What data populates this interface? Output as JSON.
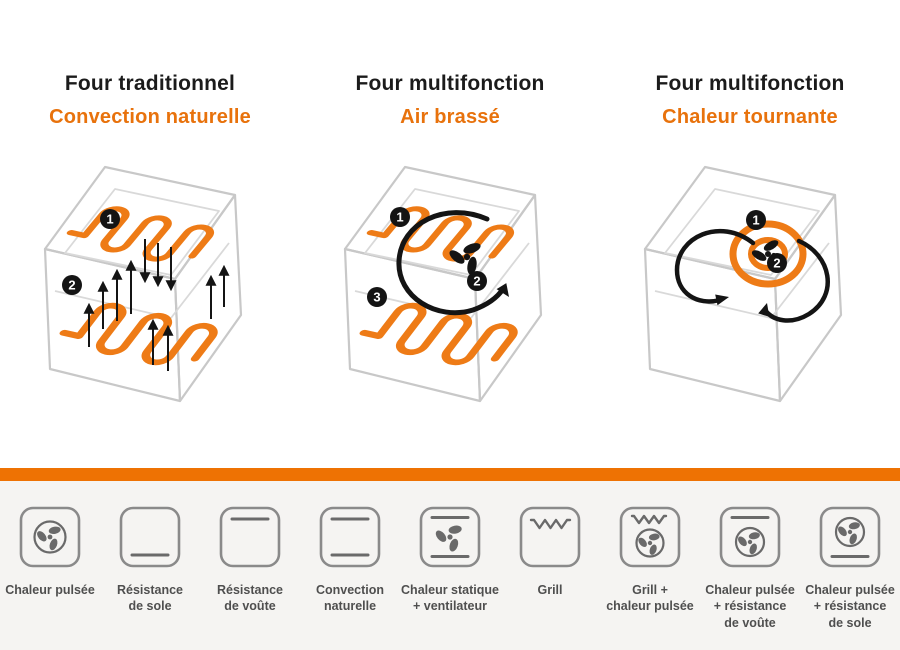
{
  "colors": {
    "accent_orange": "#ee7203",
    "heading_orange": "#e8720c",
    "coil_orange": "#ee7b16",
    "label_gray": "#4f4f4f"
  },
  "columns": [
    {
      "title": "Four traditionnel",
      "subtitle": "Convection naturelle",
      "oven": "convection-naturelle",
      "badges": [
        "1",
        "2"
      ]
    },
    {
      "title": "Four multifonction",
      "subtitle": "Air brassé",
      "oven": "air-brasse",
      "badges": [
        "1",
        "2",
        "3"
      ]
    },
    {
      "title": "Four multifonction",
      "subtitle": "Chaleur tournante",
      "oven": "chaleur-tournante",
      "badges": [
        "1",
        "2"
      ]
    }
  ],
  "modes": [
    {
      "icon": "fan-circle-icon",
      "label": "Chaleur pulsée"
    },
    {
      "icon": "bottom-element-icon",
      "label": "Résistance\nde sole"
    },
    {
      "icon": "top-element-icon",
      "label": "Résistance\nde voûte"
    },
    {
      "icon": "top-bottom-elements-icon",
      "label": "Convection\nnaturelle"
    },
    {
      "icon": "top-bottom-fan-icon",
      "label": "Chaleur statique\n+ ventilateur"
    },
    {
      "icon": "grill-icon",
      "label": "Grill"
    },
    {
      "icon": "grill-fan-icon",
      "label": "Grill +\nchaleur pulsée"
    },
    {
      "icon": "top-element-fan-icon",
      "label": "Chaleur pulsée\n+ résistance\nde voûte"
    },
    {
      "icon": "bottom-element-fan-icon",
      "label": "Chaleur pulsée\n+ résistance\nde sole"
    }
  ]
}
